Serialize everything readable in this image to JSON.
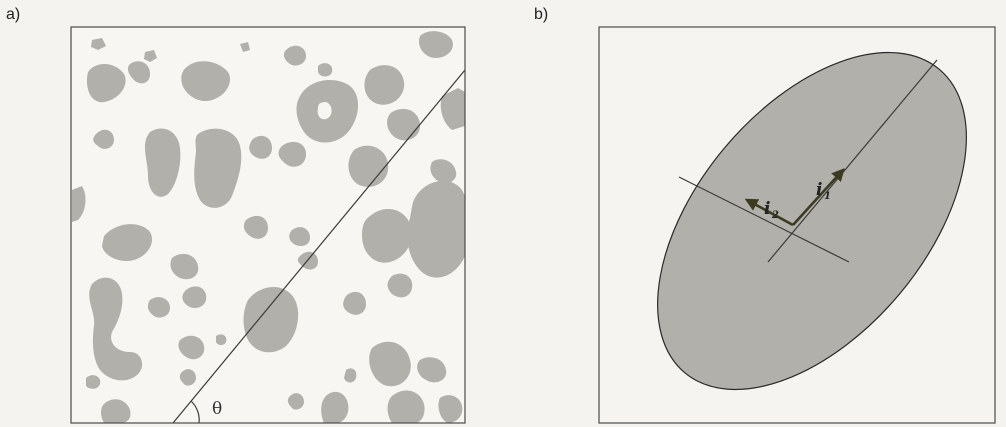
{
  "panels": {
    "a": {
      "label": "a)",
      "angle_symbol": "θ"
    },
    "b": {
      "label": "b)",
      "vector1": "i",
      "vector1_sub": "1",
      "vector2": "i",
      "vector2_sub": "2"
    }
  },
  "colors": {
    "background": "#f4f3ef",
    "blob_fill": "#b2b0ab",
    "frame": "#4a4a4a",
    "vector": "#3d3a22"
  }
}
